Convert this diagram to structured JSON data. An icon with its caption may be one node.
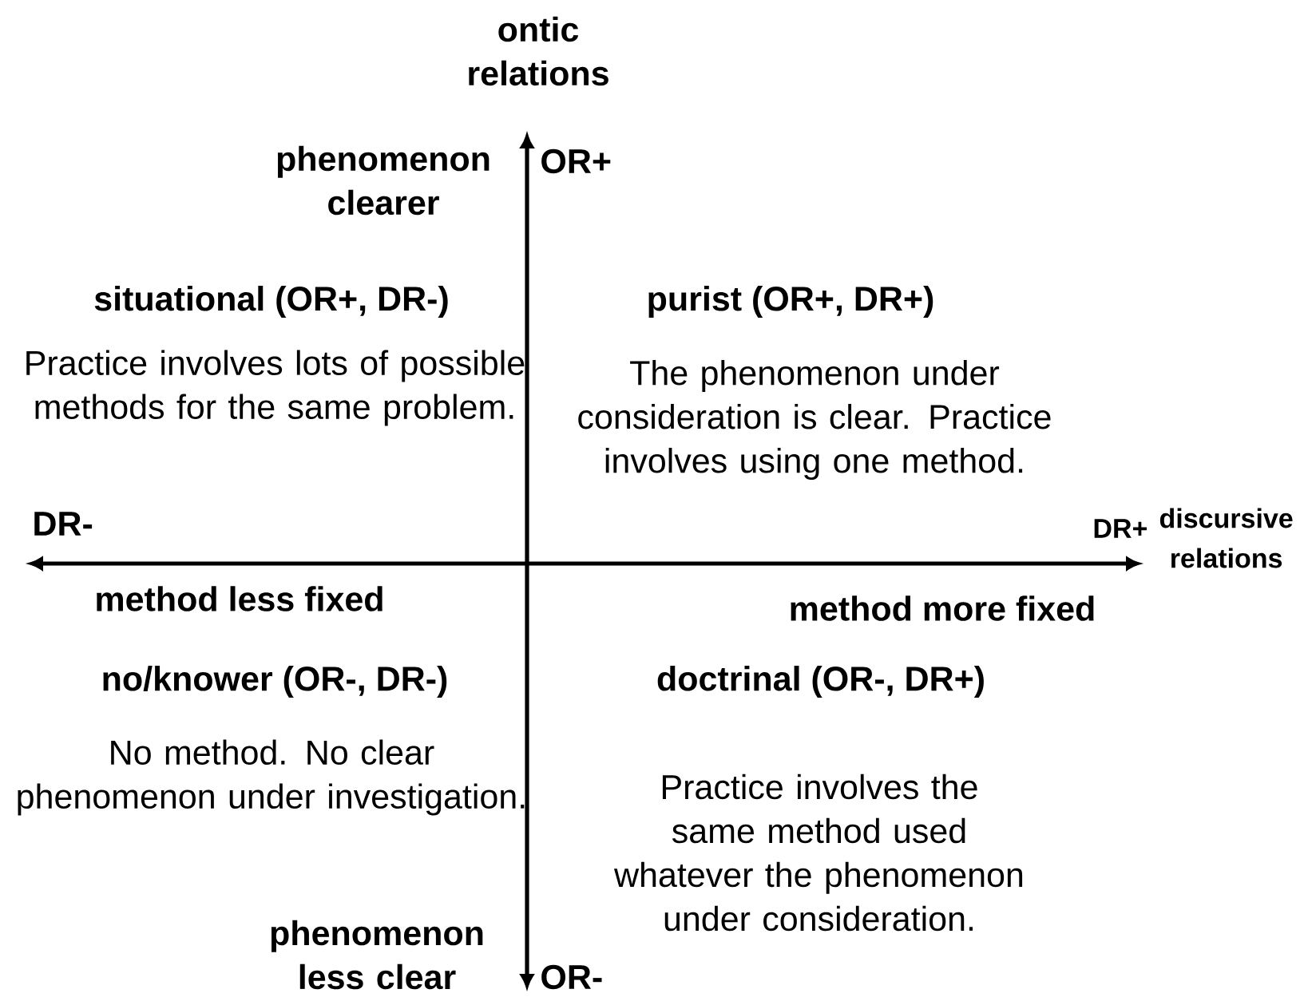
{
  "diagram": {
    "labels": [
      "ontic relations",
      "phenomenon clearer",
      "OR+",
      "situational (OR+, DR-)",
      "Practice involves lots of possible methods for the same problem.",
      "purist (OR+, DR+)",
      "The phenomenon under consideration is clear. Practice involves using one method.",
      "DR-",
      "DR+",
      "discursive relations",
      "method less fixed",
      "method more fixed",
      "no/knower (OR-, DR-)",
      "No method. No clear phenomenon under investigation.",
      "doctrinal (OR-, DR+)",
      "Practice involves the same method used whatever the phenomenon under consideration.",
      "phenomenon less clear",
      "OR-"
    ]
  }
}
